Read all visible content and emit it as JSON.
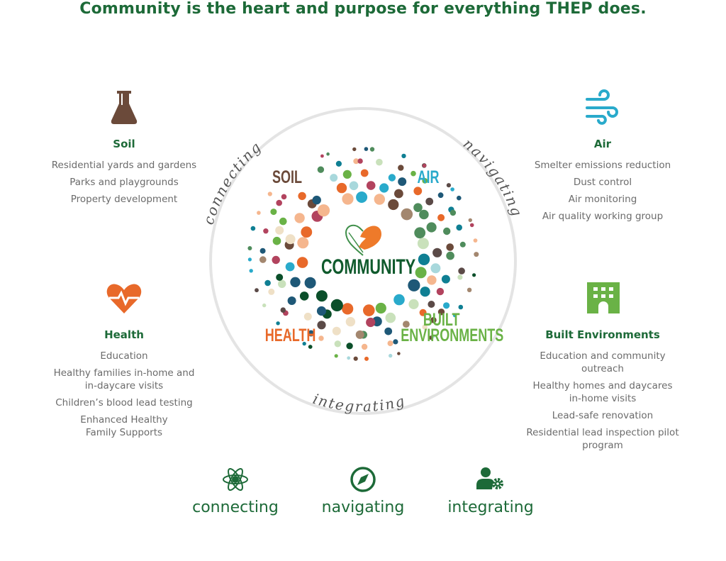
{
  "title": "Community is the heart and purpose for everything THEP does.",
  "ring_words": [
    "connecting",
    "navigating",
    "integrating"
  ],
  "center": {
    "main": "COMMUNITY",
    "soil": "SOIL",
    "air": "AIR",
    "health": "HEALTH",
    "built": [
      "BUILT",
      "ENVIRONMENTS"
    ]
  },
  "sections": {
    "soil": {
      "title": "Soil",
      "icon": "flask-icon",
      "items": [
        "Residential yards and gardens",
        "Parks and playgrounds",
        "Property development"
      ]
    },
    "air": {
      "title": "Air",
      "icon": "wind-icon",
      "items": [
        "Smelter emissions reduction",
        "Dust control",
        "Air monitoring",
        "Air quality working group"
      ]
    },
    "health": {
      "title": "Health",
      "icon": "heartbeat-icon",
      "items": [
        "Education",
        "Healthy families in-home and in-daycare visits",
        "Children’s blood lead testing",
        "Enhanced Healthy Family Supports"
      ]
    },
    "built": {
      "title": "Built Environments",
      "icon": "building-icon",
      "items": [
        "Education and community outreach",
        "Healthy homes and daycares in-home visits",
        "Lead-safe renovation",
        "Residential lead inspection pilot program"
      ]
    }
  },
  "bottom": [
    {
      "label": "connecting",
      "icon": "atom-icon"
    },
    {
      "label": "navigating",
      "icon": "compass-icon"
    },
    {
      "label": "integrating",
      "icon": "user-gear-icon"
    }
  ],
  "colors": {
    "green_dark": "#1d6a38",
    "soil": "#6b4a3a",
    "air": "#29aacb",
    "health": "#e8692a",
    "built": "#6ab246",
    "text_gray": "#6b6b6b",
    "dots": [
      "#6b4a3a",
      "#0f7f93",
      "#e8692a",
      "#f5b68e",
      "#a8d8dc",
      "#b2435e",
      "#4f8c5c",
      "#6ab246",
      "#1e5877",
      "#a3876f",
      "#efe0c6",
      "#29aacb",
      "#c9e1bb",
      "#5b4a47",
      "#0b4f2a"
    ]
  }
}
